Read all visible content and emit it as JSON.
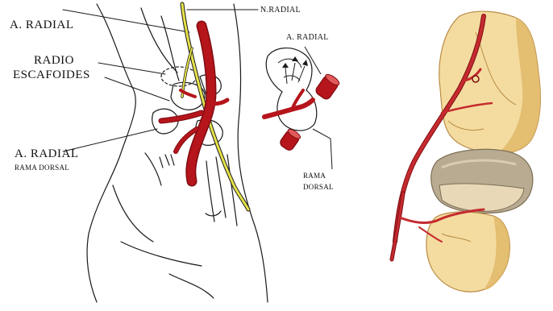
{
  "labels": {
    "radial_artery": "A. RADIAL",
    "radial_nerve": "N.RADIAL",
    "scaphoid_line1": "RADIO",
    "scaphoid_line2": "ESCAFOIDES",
    "inset_radial_artery": "A. RADIAL",
    "dorsal_branch_line1": "A. RADIAL",
    "dorsal_branch_line2": "RAMA DORSAL",
    "inset_dorsal_line1": "RAMA",
    "inset_dorsal_line2": "DORSAL"
  },
  "colors": {
    "artery": "#b5151b",
    "artery_dark": "#7e0d12",
    "nerve": "#e6e24a",
    "ink": "#1a1a1a",
    "bone_light": "#f4dca0",
    "bone_mid": "#e0b868",
    "bone_shadow": "#b98b45",
    "cartilage": "#b8ab92"
  }
}
